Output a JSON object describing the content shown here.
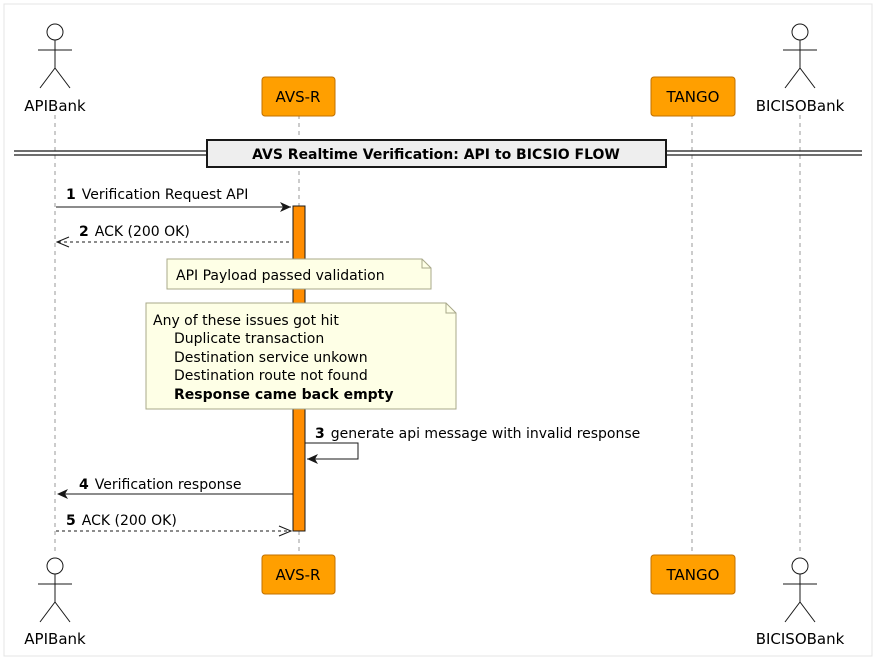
{
  "diagram": {
    "title": "AVS Realtime Verification: API to BICSIO FLOW",
    "participants": [
      {
        "id": "apibank",
        "label": "APIBank",
        "kind": "actor"
      },
      {
        "id": "avsr",
        "label": "AVS-R",
        "kind": "participant"
      },
      {
        "id": "tango",
        "label": "TANGO",
        "kind": "participant"
      },
      {
        "id": "bicisobank",
        "label": "BICISOBank",
        "kind": "actor"
      }
    ],
    "messages": [
      {
        "num": "1",
        "text": "Verification Request API",
        "from": "apibank",
        "to": "avsr",
        "style": "solid"
      },
      {
        "num": "2",
        "text": "ACK (200 OK)",
        "from": "avsr",
        "to": "apibank",
        "style": "dashed"
      },
      {
        "num": "3",
        "text": "generate api message with invalid response",
        "from": "avsr",
        "to": "avsr",
        "style": "self"
      },
      {
        "num": "4",
        "text": "Verification response",
        "from": "avsr",
        "to": "apibank",
        "style": "solid"
      },
      {
        "num": "5",
        "text": "ACK (200 OK)",
        "from": "apibank",
        "to": "avsr",
        "style": "dashed"
      }
    ],
    "notes": [
      {
        "lines": [
          "API Payload passed validation"
        ],
        "bold_last": false
      },
      {
        "lines": [
          "Any of these issues got hit",
          "Duplicate transaction",
          "Destination service unkown",
          "Destination route not found",
          "Response came back empty"
        ],
        "bold_last": true
      }
    ],
    "colors": {
      "participant_fill": "#FF9F00",
      "participant_border": "#C07000",
      "activation_fill": "#FF8C00",
      "note_fill": "#FEFFE6",
      "note_border": "#A8A88A",
      "line": "#181818",
      "lifeline": "#999999",
      "frame_border": "#E4E4E4"
    }
  }
}
